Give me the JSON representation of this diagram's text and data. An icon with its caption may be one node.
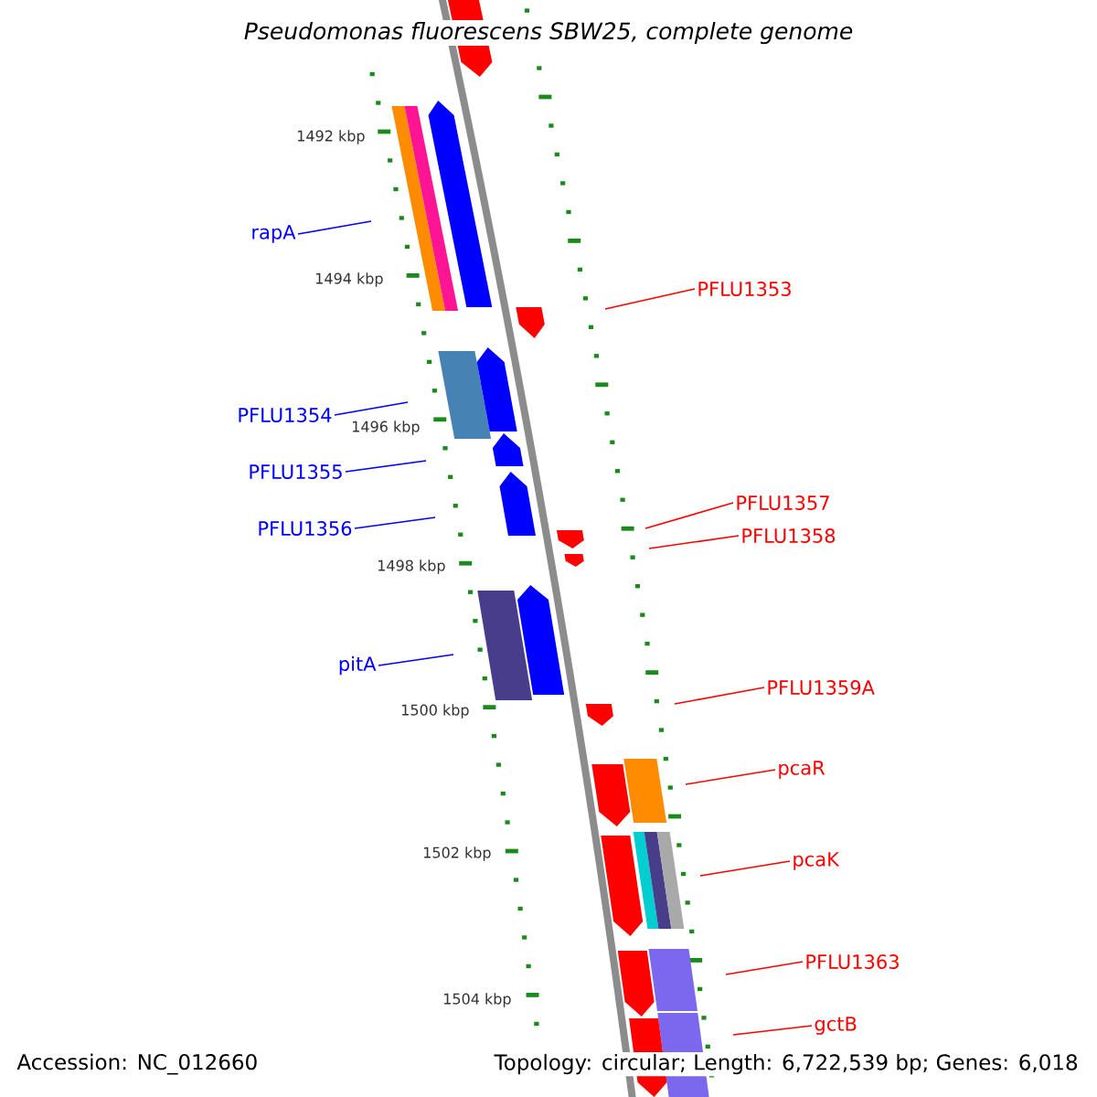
{
  "diagram": {
    "title": "Pseudomonas fluorescens SBW25, complete genome",
    "nodes": [
      {
        "text": [
          "rapA"
        ]
      },
      {
        "text": [
          "PFLU1354"
        ]
      },
      {
        "text": [
          "PFLU1355"
        ]
      },
      {
        "text": [
          "PFLU1356"
        ]
      },
      {
        "text": [
          "pitA"
        ]
      },
      {
        "text": [
          "PFLU1353"
        ]
      },
      {
        "text": [
          "PFLU1357"
        ]
      },
      {
        "text": [
          "PFLU1358"
        ]
      },
      {
        "text": [
          "PFLU1359A"
        ]
      },
      {
        "text": [
          "pcaR"
        ]
      },
      {
        "text": [
          "pcaK"
        ]
      },
      {
        "text": [
          "PFLU1363"
        ]
      },
      {
        "text": [
          "gctB"
        ]
      }
    ],
    "edges": [
      {
        "from": 0,
        "to": null,
        "arrow": "none",
        "color": "#0000ff"
      },
      {
        "from": 1,
        "to": null,
        "arrow": "none",
        "color": "#0000ff"
      },
      {
        "from": 2,
        "to": null,
        "arrow": "none",
        "color": "#0000ff"
      },
      {
        "from": 3,
        "to": null,
        "arrow": "none",
        "color": "#0000ff"
      },
      {
        "from": 4,
        "to": null,
        "arrow": "none",
        "color": "#0000ff"
      },
      {
        "from": 5,
        "to": null,
        "arrow": "none"
      },
      {
        "from": 6,
        "to": null,
        "arrow": "none"
      },
      {
        "from": 7,
        "to": null,
        "arrow": "none"
      },
      {
        "from": 8,
        "to": null,
        "arrow": "none"
      },
      {
        "from": 9,
        "to": null,
        "arrow": "none"
      },
      {
        "from": 10,
        "to": null,
        "arrow": "none"
      },
      {
        "from": 11,
        "to": null,
        "arrow": "none"
      },
      {
        "from": 12,
        "to": null,
        "arrow": "none"
      }
    ],
    "labels": [
      "1492 kbp",
      "1494 kbp",
      "1496 kbp",
      "1498 kbp",
      "1500 kbp",
      "1502 kbp",
      "1504 kbp",
      "Accession: NC_012660",
      "Topology: circular; Length: 6,722,539 bp; Genes: 6,018"
    ]
  }
}
